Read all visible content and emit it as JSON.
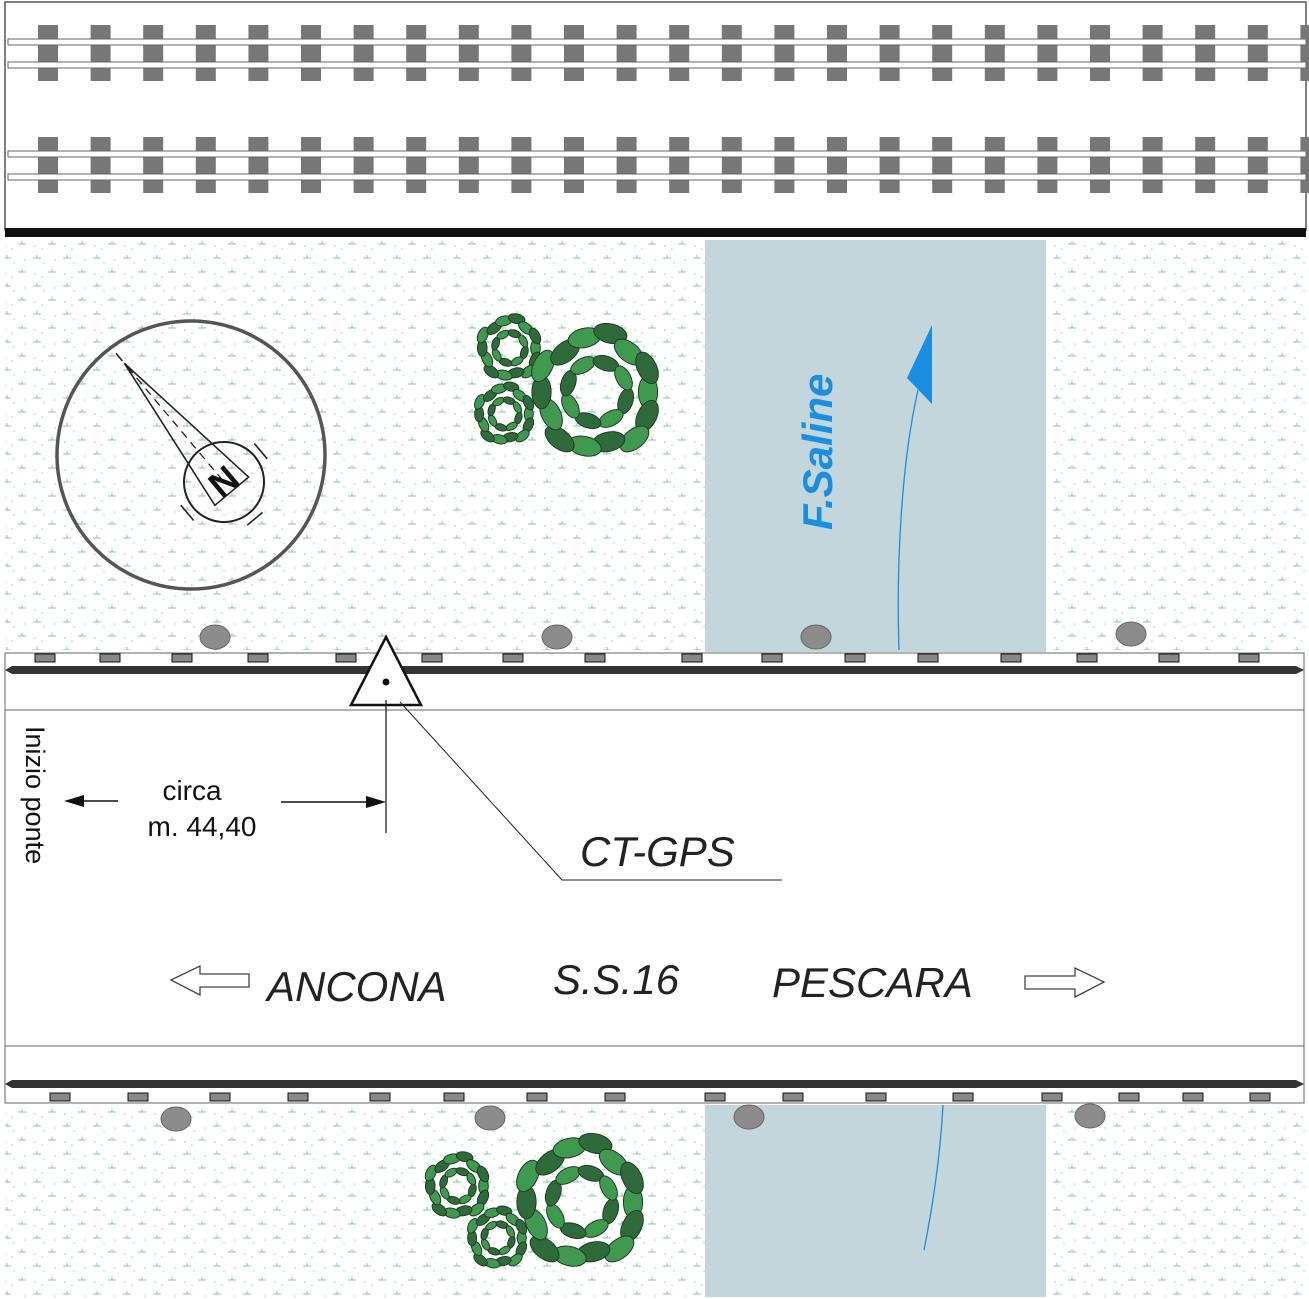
{
  "labels": {
    "river": "F.Saline",
    "station": "CT-GPS",
    "road": "S.S.16",
    "west_city": "ANCONA",
    "east_city": "PESCARA",
    "distance_line1": "circa",
    "distance_line2": "m. 44,40",
    "bridge_start": "Inizio ponte",
    "north": "N"
  },
  "colors": {
    "grass_mark": "#7fc8a0",
    "river_fill": "#c2d6dc",
    "river_text": "#1a8ee0",
    "rail_gray": "#777777",
    "post_gray": "#8c8c8c",
    "tree_dark": "#2f6b3a",
    "tree_light": "#3f9a4f",
    "text": "#222222"
  },
  "icons": {
    "compass": "north-arrow-compass-icon",
    "station": "triangle-survey-marker-icon",
    "flow": "flow-direction-arrow-icon",
    "west": "hollow-arrow-left-icon",
    "east": "hollow-arrow-right-icon"
  }
}
